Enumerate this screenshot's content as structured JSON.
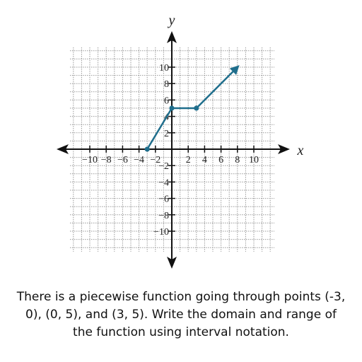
{
  "chart_data": {
    "type": "line",
    "xlabel": "x",
    "ylabel": "y",
    "xlim": [
      -12,
      12
    ],
    "ylim": [
      -12,
      12
    ],
    "grid": true,
    "grid_style": "dotted",
    "x_ticks": [
      -10,
      -8,
      -6,
      -4,
      -2,
      2,
      4,
      6,
      8,
      10
    ],
    "x_tick_labels": [
      "−10",
      "−8",
      "−6",
      "−4",
      "−2",
      "2",
      "4",
      "6",
      "8",
      "10"
    ],
    "y_ticks": [
      10,
      8,
      6,
      4,
      2,
      -2,
      -4,
      -6,
      -8,
      -10
    ],
    "y_tick_labels": [
      "10",
      "8",
      "6",
      "4",
      "2",
      "−2",
      "−4",
      "−6",
      "−8",
      "−10"
    ],
    "series": [
      {
        "points": [
          [
            -3,
            0
          ],
          [
            0,
            5
          ],
          [
            3,
            5
          ],
          [
            8,
            10
          ]
        ],
        "end_arrow": true,
        "color": "#1f6e8c"
      }
    ],
    "marked_points": [
      [
        -3,
        0
      ],
      [
        0,
        5
      ],
      [
        3,
        5
      ]
    ],
    "colors": {
      "series": "#1f6e8c",
      "axes": "#111111",
      "grid": "#9a9a9a"
    }
  },
  "question": "There is a piecewise function going through points (-3, 0), (0, 5), and (3, 5). Write the domain and range of the function using interval notation."
}
